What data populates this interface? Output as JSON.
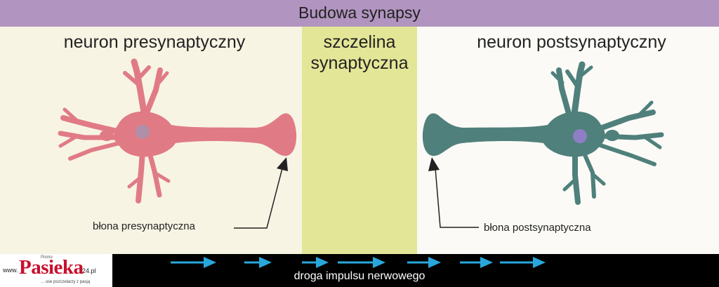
{
  "title": "Budowa synapsy",
  "headings": {
    "presynaptic": "neuron presynaptyczny",
    "cleft_line1": "szczelina",
    "cleft_line2": "synaptyczna",
    "postsynaptic": "neuron postsynaptyczny"
  },
  "labels": {
    "presynaptic_membrane": "błona presynaptyczna",
    "postsynaptic_membrane": "błona postsynaptyczna"
  },
  "caption": "droga impulsu nerwowego",
  "logo": {
    "prefix": "www.",
    "name": "Pasieka",
    "suffix": "24.pl",
    "small_top": "Pismo",
    "tagline": "... use pszczelarzy z pasją"
  },
  "colors": {
    "title_bar": "#b194bf",
    "presynaptic_bg": "#f8f4e4",
    "cleft_bg": "#e4e697",
    "postsynaptic_bg": "#fbfaf6",
    "presynaptic_neuron": "#e07b86",
    "presynaptic_nucleus": "#b08fa8",
    "postsynaptic_neuron": "#4f807c",
    "postsynaptic_nucleus": "#8e7fc4",
    "arrow": "#29a7dc"
  }
}
